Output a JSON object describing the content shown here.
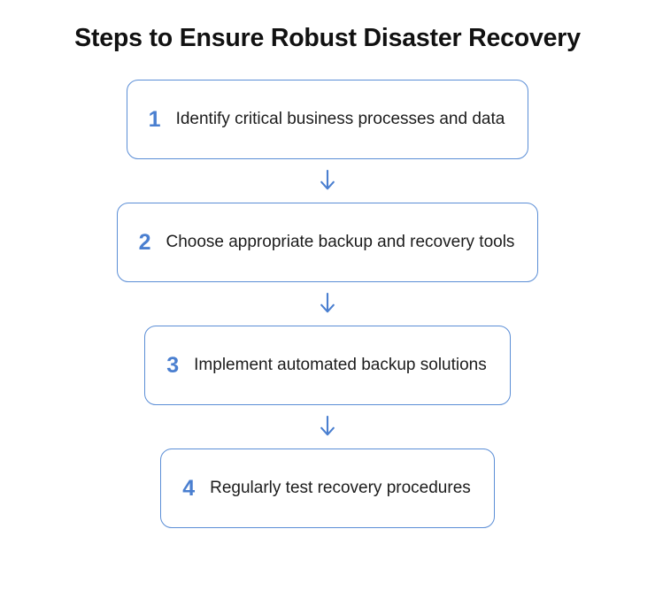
{
  "title": "Steps to Ensure Robust Disaster Recovery",
  "colors": {
    "accent": "#4a7fd0",
    "border": "#5b8ed6",
    "arrow": "#4a7fd0",
    "title_text": "#111111",
    "label_text": "#1c1c1c",
    "box_background": "#ffffff",
    "page_background": "#ffffff"
  },
  "connector_icon": "arrow-down-icon",
  "steps": [
    {
      "number": "1",
      "label": "Identify critical business processes and data"
    },
    {
      "number": "2",
      "label": "Choose appropriate backup and recovery tools"
    },
    {
      "number": "3",
      "label": "Implement automated backup solutions"
    },
    {
      "number": "4",
      "label": "Regularly test recovery procedures"
    }
  ]
}
